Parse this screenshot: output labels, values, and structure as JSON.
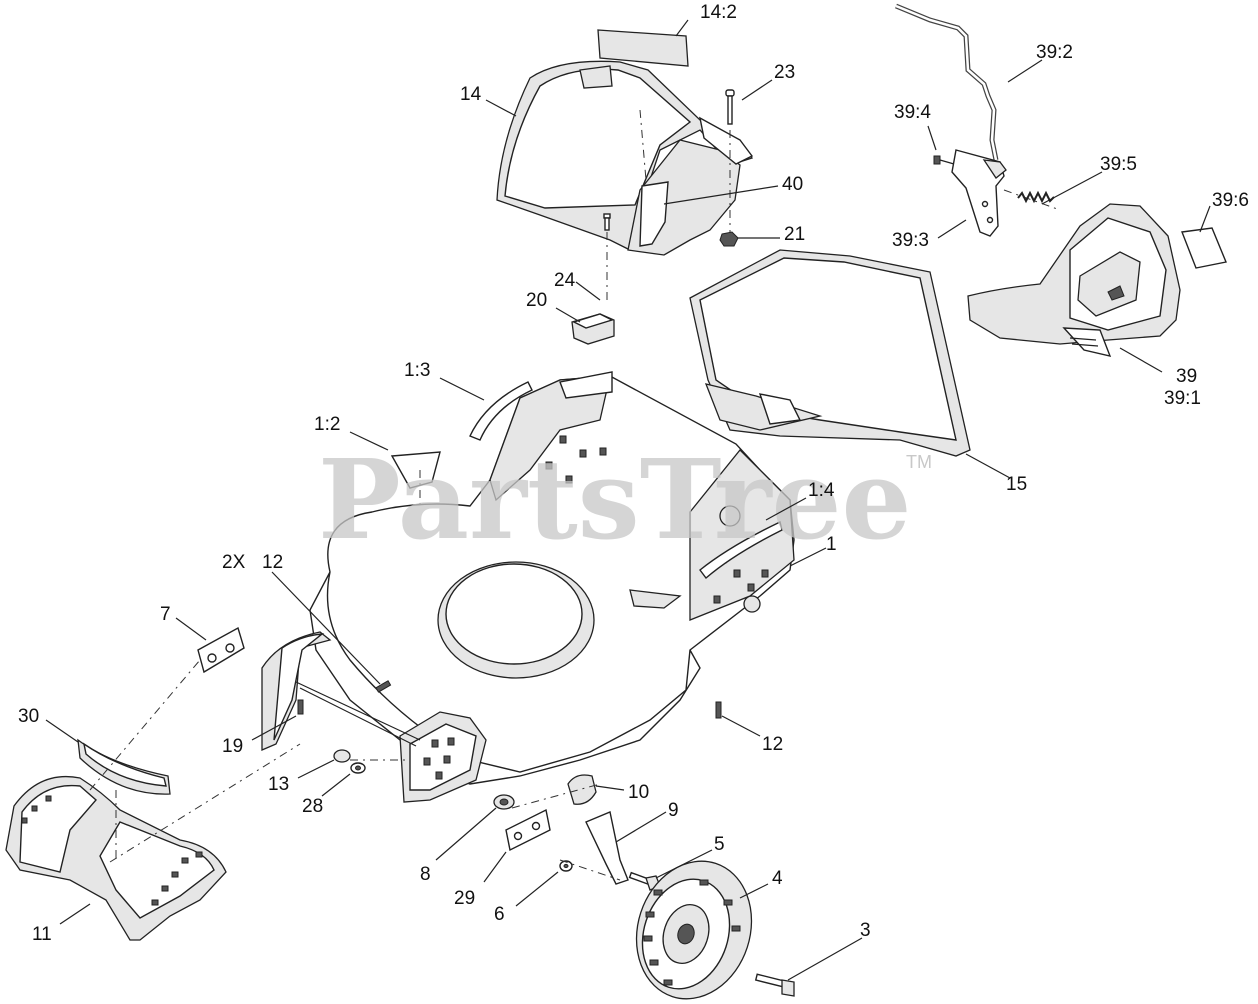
{
  "watermark": {
    "text": "PartsTree",
    "trademark": "TM"
  },
  "labels": {
    "l14_2": "14:2",
    "l14": "14",
    "l23": "23",
    "l40": "40",
    "l21": "21",
    "l24": "24",
    "l20": "20",
    "l39_2": "39:2",
    "l39_4": "39:4",
    "l39_5": "39:5",
    "l39_6": "39:6",
    "l39_3": "39:3",
    "l39": "39",
    "l39_1": "39:1",
    "l1_3": "1:3",
    "l1_2": "1:2",
    "l15": "15",
    "l1_4": "1:4",
    "l1": "1",
    "l2x": "2X",
    "l12a": "12",
    "l7": "7",
    "l12b": "12",
    "l30": "30",
    "l19": "19",
    "l13": "13",
    "l28": "28",
    "l10": "10",
    "l9": "9",
    "l8": "8",
    "l5": "5",
    "l29": "29",
    "l4": "4",
    "l6": "6",
    "l11": "11",
    "l3": "3"
  }
}
